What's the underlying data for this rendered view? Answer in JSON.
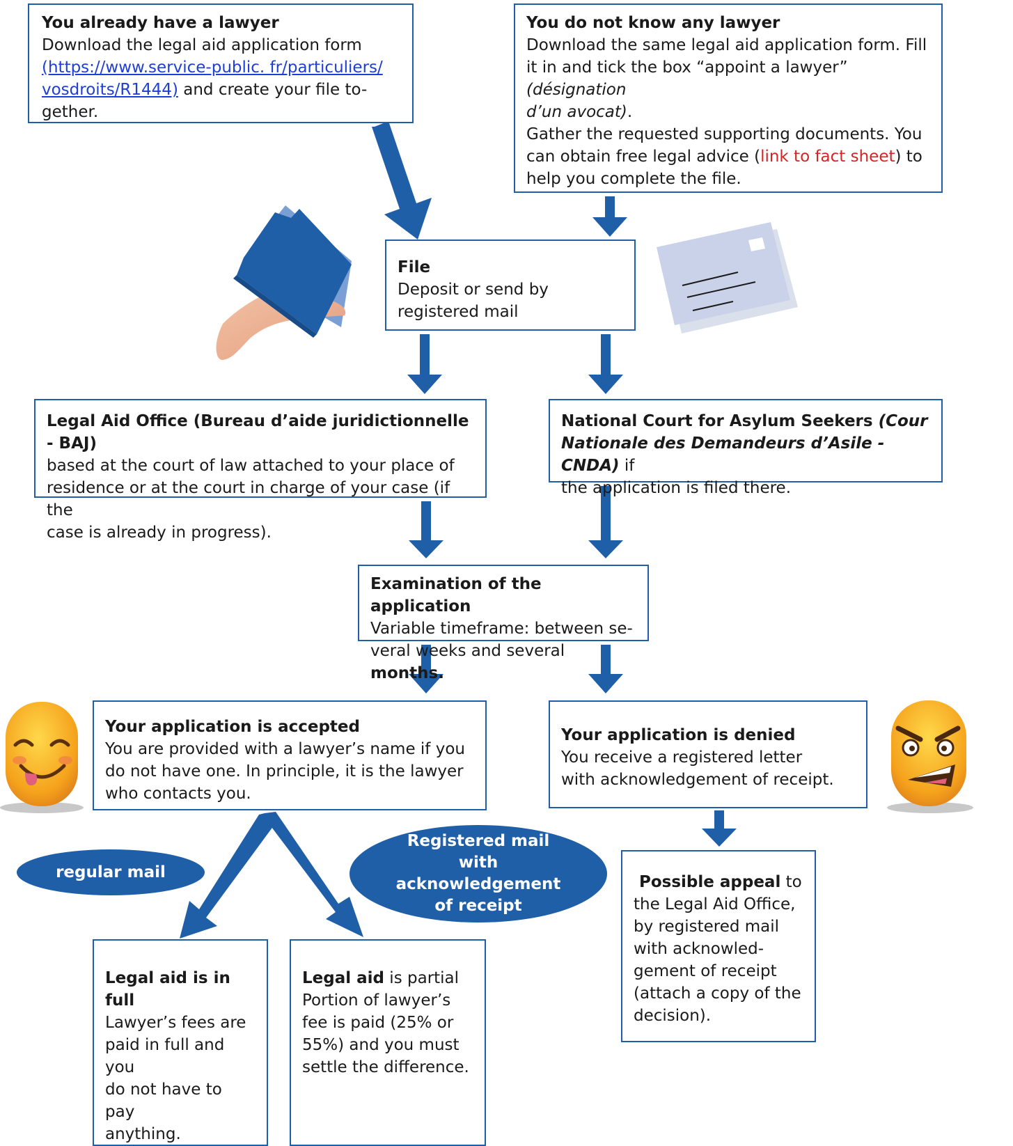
{
  "colors": {
    "arrow": "#1f5fa8",
    "box_border": "#1f5fa8",
    "link": "#1d3fd6",
    "red_link": "#d42424",
    "ellipse": "#1f5fa8"
  },
  "boxes": {
    "has_lawyer": {
      "title": "You already have a lawyer",
      "line1": "Download the legal aid application form",
      "link1": "(https://www.service-public. fr/particuliers/",
      "link2": "vosdroits/R1444)",
      "line3": " and create your file to-",
      "line4": "gether."
    },
    "no_lawyer": {
      "title": "You do not know any lawyer",
      "line1": "Download the same legal aid application form. Fill",
      "line2a": "it in and tick the box “appoint a lawyer” ",
      "line2b": "(désignation",
      "line3a": "d’un avocat)",
      "line3b": ".",
      "line4": "Gather the requested supporting documents. You",
      "line5a": "can obtain free legal advice (",
      "line5link": "link to fact sheet",
      "line5b": ") to",
      "line6": "help you complete the file."
    },
    "file": {
      "title": "File",
      "line1": "Deposit or send by",
      "line2": "registered mail"
    },
    "baj": {
      "title": "Legal Aid Office (Bureau d’aide juridictionnelle - BAJ)",
      "line1": "based at the court of law attached to your place of",
      "line2": "residence or at the court in charge of your case (if the",
      "line3": "case is already in progress)."
    },
    "cnda": {
      "title1": "National Court for Asylum Seekers ",
      "title1i": "(Cour",
      "title2i": "Nationale des Demandeurs d’Asile - CNDA)",
      "title2b": " if",
      "line3": "the application is filed there."
    },
    "exam": {
      "title": "Examination of the application",
      "line1": "Variable timeframe: between se-",
      "line2a": "veral weeks and several ",
      "line2b": "months."
    },
    "accepted": {
      "title": "Your application is accepted",
      "line1": "You are provided with a lawyer’s name if you",
      "line2": "do not have one. In principle, it is the lawyer",
      "line3": "who contacts you."
    },
    "denied": {
      "title": "Your application is denied",
      "line1": "You receive a registered letter",
      "line2": "with acknowledgement of receipt."
    },
    "appeal": {
      "title": "Possible appeal",
      "title_rest": " to",
      "lines": [
        "the Legal Aid Office,",
        "by registered mail",
        "with acknowled-",
        "gement of receipt",
        "(attach a copy of the",
        "decision)."
      ]
    },
    "full": {
      "title": "Legal aid is in full",
      "lines": [
        "Lawyer’s fees are",
        "paid in full and you",
        "do not have to pay",
        "anything."
      ]
    },
    "partial": {
      "title": "Legal aid",
      "title_rest": " is partial",
      "lines": [
        "Portion of lawyer’s",
        "fee is paid (25% or",
        "55%) and you must",
        "settle the difference."
      ]
    }
  },
  "ellipses": {
    "regular": "regular mail",
    "registered": [
      "Registered mail",
      "with",
      "acknowledgement",
      "of receipt"
    ]
  },
  "icons": [
    "folder-hand-icon",
    "envelope-icon",
    "happy-emoji-icon",
    "angry-emoji-icon"
  ]
}
